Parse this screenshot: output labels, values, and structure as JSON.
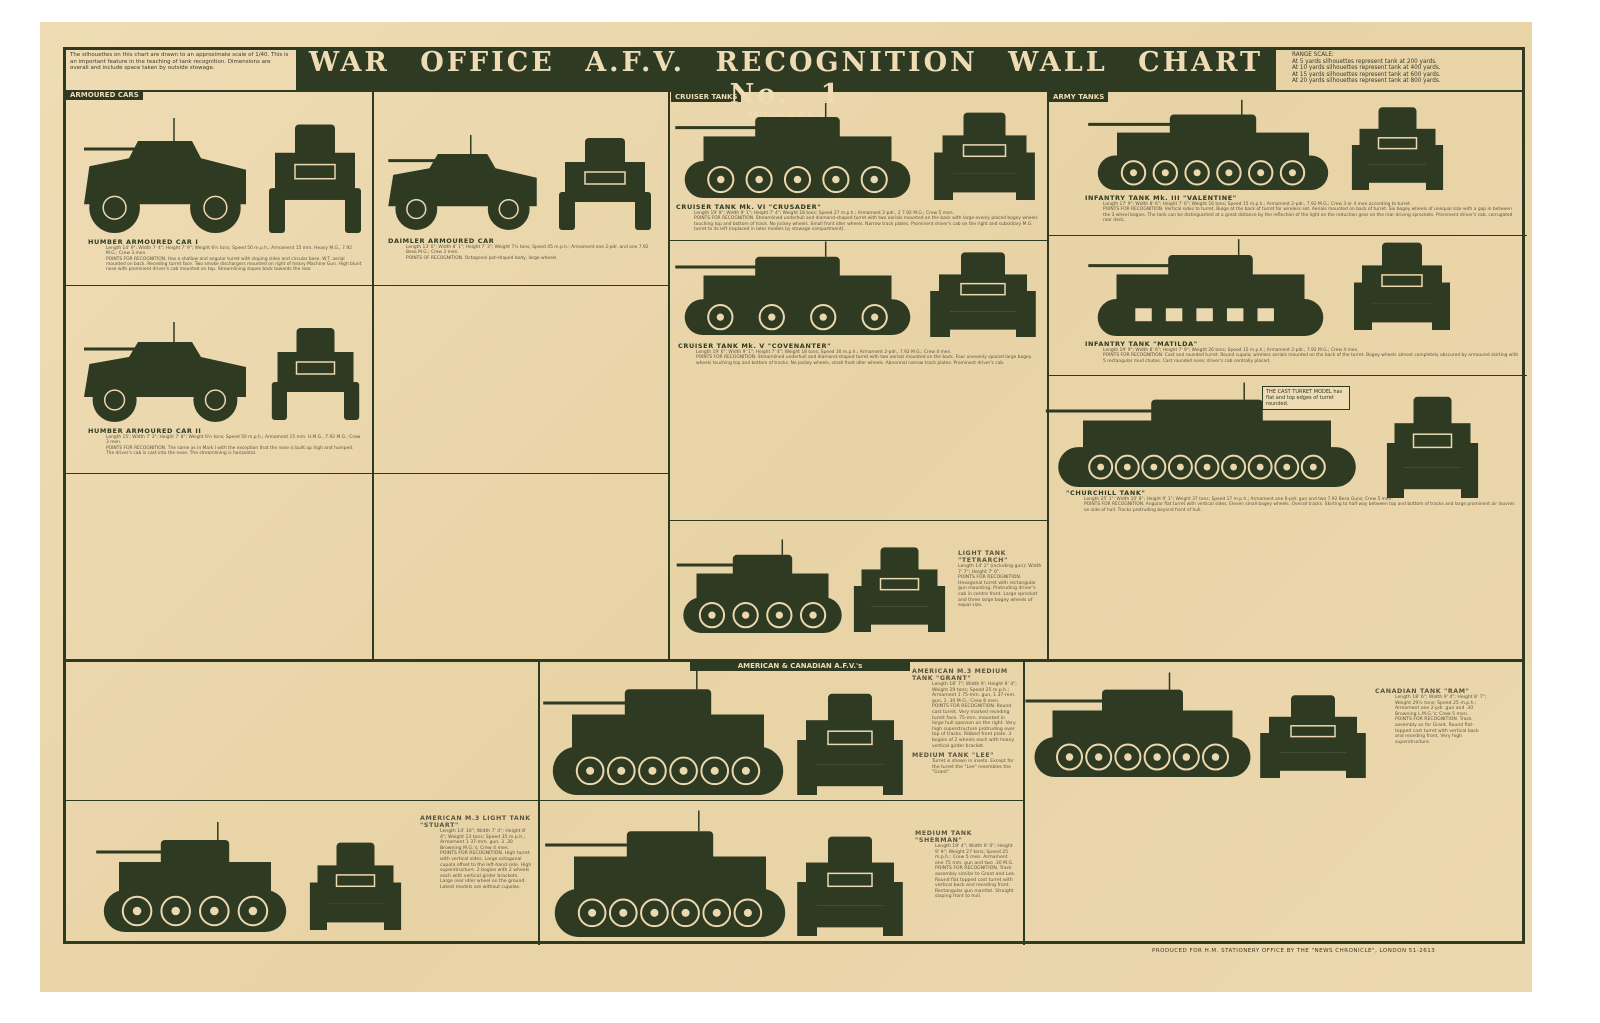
{
  "header": {
    "title": "WAR OFFICE A.F.V. RECOGNITION WALL CHART No. 1",
    "subtitle": "BRITISH A.F.V.'s",
    "scale_note": "The silhouettes on this chart are drawn to an approximate scale of 1/40. This is an important feature in the teaching of tank recognition. Dimensions are overall and include space taken by outside stowage.",
    "range_title": "RANGE SCALE:",
    "range_lines": [
      "At 5 yards silhouettes represent tank at 200 yards.",
      "At 10 yards silhouettes represent tank at 400 yards.",
      "At 15 yards silhouettes represent tank at 600 yards.",
      "At 20 yards silhouettes represent tank at 800 yards."
    ]
  },
  "sections": {
    "armoured_cars": "ARMOURED CARS",
    "cruiser_tanks": "CRUISER TANKS",
    "army_tanks": "ARMY TANKS",
    "american": "AMERICAN & CANADIAN A.F.V.'s"
  },
  "colors": {
    "ink": "#2f3a22",
    "paper": "#ecd8ae"
  },
  "vehicles": [
    {
      "name": "HUMBER ARMOURED CAR I",
      "specs": "Length 14' 9\"; Width 7' 4\"; Height 7' 9\"; Weight 6½ tons; Speed 50 m.p.h.; Armament 15 mm. Heavy M.G., 7.92 M.G.; Crew 3 men.",
      "points": "POINTS FOR RECOGNITION. Has a shallow and angular turret with sloping sides and circular base. W.T. aerial mounted on back. Receding turret face. Two smoke dischargers mounted on right of heavy Machine Gun. High blunt nose with prominent driver's cab mounted on top. Streamlining slopes back towards the rear.",
      "silhouette": {
        "type": "car",
        "wheels": 2
      }
    },
    {
      "name": "DAIMLER ARMOURED CAR",
      "specs": "Length 13' 0\"; Width 8' 1\"; Height 7' 3\"; Weight 7½ tons; Speed 45 m.p.h.; Armament one 2-pdr. and one 7.92 Besa M.G.; Crew 3 men.",
      "points": "POINTS OF RECOGNITION. Octagonal pot-shaped body, large wheels.",
      "silhouette": {
        "type": "car",
        "wheels": 2
      }
    },
    {
      "name": "HUMBER ARMOURED CAR II",
      "specs": "Length 15'; Width 7' 3\"; Height 7' 8\"; Weight 6½ tons; Speed 50 m.p.h.; Armament 15 mm. H.M.G., 7.92 M.G.; Crew 3 men.",
      "points": "POINTS FOR RECOGNITION. The same as in Mark I with the exception that the nose is built up high and humped. The driver's cab is cast into the nose. The streamlining is horizontal.",
      "silhouette": {
        "type": "car",
        "wheels": 2
      }
    },
    {
      "name": "CRUISER TANK Mk. VI \"CRUSADER\"",
      "specs": "Length 19' 8\"; Width 9' 1\"; Height 7' 4\"; Weight 18 tons; Speed 27 m.p.h.; Armament 2-pdr., 2 7.92 M.G.; Crew 5 men.",
      "points": "POINTS FOR RECOGNITION. Streamlined underhull and diamond-shaped turret with two aerials mounted on the back with large evenly placed bogey wheels touching top and bottom of track. No jockey wheels. Small front idler wheels. Narrow track plates. Prominent driver's cab on the right and subsidiary M.G. turret to its left (replaced in later models by stowage compartment).",
      "silhouette": {
        "type": "tank",
        "wheels": 5
      }
    },
    {
      "name": "CRUISER TANK Mk. V \"COVENANTER\"",
      "specs": "Length 19' 6\"; Width 9' 1\"; Height 7' 4\"; Weight 18 tons; Speed 30 m.p.h.; Armament 2-pdr., 7.92 M.G.; Crew 4 men.",
      "points": "POINTS FOR RECOGNITION. Streamlined underhull and diamond-shaped turret with two aerials mounted on the back. Four unevenly spaced large bogey wheels touching top and bottom of tracks. No jockey wheels, small front idler wheels. Abnormal narrow track plates. Prominent driver's cab.",
      "silhouette": {
        "type": "tank",
        "wheels": 4
      }
    },
    {
      "name": "LIGHT TANK \"TETRARCH\"",
      "specs": "Length 14' 2\" (including gun); Width 7' 7\"; Height 7' 0\".",
      "points": "POINTS FOR RECOGNITION. Hexagonal turret with rectangular gun mounting. Protruding driver's cab in centre front. Large sprocket and three large bogey wheels of equal size.",
      "silhouette": {
        "type": "tank",
        "wheels": 4
      }
    },
    {
      "name": "INFANTRY TANK Mk. III \"VALENTINE\"",
      "specs": "Length 17' 9\"; Width 8' 6\"; Height 7' 6\"; Weight 16 tons; Speed 15 m.p.h.; Armament 2-pdr., 7.92 M.G.; Crew 3 or 4 men according to turret.",
      "points": "POINTS FOR RECOGNITION. Vertical sides to turret. Bulge at the back of turret for wireless set. Aerials mounted on back of turret. Six bogey wheels of unequal size with a gap in between the 3 wheel bogies. The tank can be distinguished at a great distance by the reflection of the light on the reduction gear on the rear driving sprockets. Prominent driver's cab, corrugated rear deck.",
      "silhouette": {
        "type": "tank",
        "wheels": 6
      }
    },
    {
      "name": "INFANTRY TANK \"MATILDA\"",
      "specs": "Length 19' 9\"; Width 8' 6\"; Height 7' 9\"; Weight 26 tons; Speed 15 m.p.h.; Armament 2-pdr., 7.92 M.G.; Crew 4 men.",
      "points": "POINTS FOR RECOGNITION. Cast and rounded turret. Round cupola; wireless aerials mounted on the back of the turret. Bogey wheels almost completely obscured by armoured skirting with 5 rectangular mud chutes. Cast rounded nose; driver's cab centrally placed.",
      "silhouette": {
        "type": "skirted",
        "wheels": 0
      }
    },
    {
      "name": "\"CHURCHILL TANK\"",
      "specs": "Length 25' 1\"; Width 10' 8\"; Height 9' 1\"; Weight 37 tons; Speed 17 m.p.h.; Armament one 6-pdr. gun and two 7.92 Besa Guns; Crew 5 men.",
      "points": "POINTS FOR RECOGNITION. Angular flat turret with vertical sides. Eleven small bogey wheels. Overall tracks. Skirting to half way between top and bottom of tracks and large prominent air louvres on side of hull. Tracks protruding beyond front of hull.",
      "silhouette": {
        "type": "tank",
        "wheels": 9
      }
    },
    {
      "name": "AMERICAN M.3 MEDIUM TANK \"GRANT\"",
      "specs": "Length 18' 7\"; Width 9'; Height 9' 4\"; Weight 29 tons; Speed 25 m.p.h.; Armament 1 75-mm. gun, 1 37-mm. gun, 1 .30 M.G.; Crew 6 men.",
      "points": "POINTS FOR RECOGNITION. Round cast turret. Very marked receding turret face. 75-mm. mounted in large hull sponson on the right. Very high superstructure protruding over top of tracks. Ribbed front plate. 3 bogies of 2 wheels each with heavy vertical girder bracket.",
      "silhouette": {
        "type": "tank",
        "wheels": 6
      }
    },
    {
      "name": "MEDIUM TANK \"LEE\"",
      "specs": "",
      "points": "Turret is shown in insets. Except for the turret the \"Lee\" resembles the \"Grant\".",
      "silhouette": null
    },
    {
      "name": "MEDIUM TANK \"SHERMAN\"",
      "specs": "Length 19' 4\"; Width 9' 0\"; Height 9' 9\"; Weight 27 tons; Speed 25 m.p.h.; Crew 5 men. Armament one 75 mm. gun and two .30 M.G.",
      "points": "POINTS FOR RECOGNITION. Track assembly similar to Grant and Lee. Round flat topped cast turret with vertical back and receding front. Rectangular gun mantlet. Straight sloping front to hull.",
      "silhouette": {
        "type": "tank",
        "wheels": 6
      }
    },
    {
      "name": "AMERICAN M.3 LIGHT TANK \"STUART\"",
      "specs": "Length 14' 10\"; Width 7' 4\"; Height 8' 4\"; Weight 13 tons; Speed 35 m.p.h.; Armament 1 37-mm. gun, 3 .30 Browning M.G.'s; Crew 4 men.",
      "points": "POINTS FOR RECOGNITION. High turret with vertical sides. Large octagonal cupola offset to the left-hand side. High superstructure. 2 bogies with 2 wheels each with vertical girder brackets. Large rear idler wheel on the ground. Latest models are without cupolas.",
      "silhouette": {
        "type": "tank",
        "wheels": 4
      }
    },
    {
      "name": "CANADIAN TANK \"RAM\"",
      "specs": "Length 18' 6\"; Width 9' 4\"; Height 8' 7\"; Weight 29½ tons; Speed 25 m.p.h.; Armament one 2-pdr. gun and .30 Browning L.M.G.'s; Crew 5 men.",
      "points": "POINTS FOR RECOGNITION. Track assembly as for Grant. Round flat-topped cast turret with vertical back and receding front. Very high superstructure.",
      "silhouette": {
        "type": "tank",
        "wheels": 6
      }
    }
  ],
  "churchill_callout": "THE CAST TURRET MODEL has flat and top edges of turret rounded.",
  "footer": "PRODUCED FOR H.M. STATIONERY OFFICE BY THE \"NEWS CHRONICLE\", LONDON 51-2613"
}
